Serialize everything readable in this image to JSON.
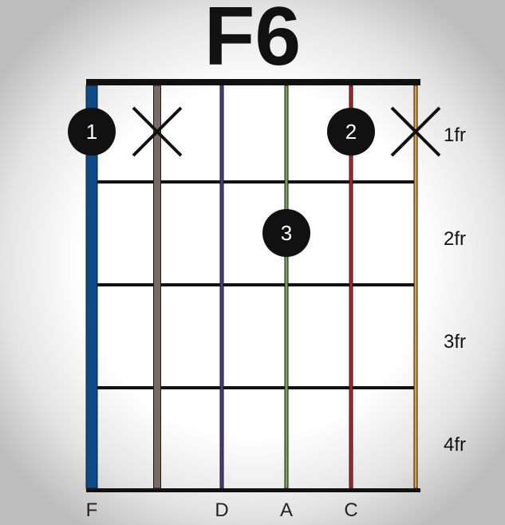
{
  "title": "F6",
  "fret_labels": [
    "1fr",
    "2fr",
    "3fr",
    "4fr"
  ],
  "note_labels": [
    "F",
    "",
    "D",
    "A",
    "C",
    ""
  ],
  "strings": [
    {
      "color": "#0d4a8a",
      "muted": false
    },
    {
      "color": "#7a6a66",
      "muted": true
    },
    {
      "color": "#4b3a8c",
      "muted": false
    },
    {
      "color": "#7aa05a",
      "muted": false
    },
    {
      "color": "#b8202a",
      "muted": false
    },
    {
      "color": "#e0a030",
      "muted": true
    }
  ],
  "fingers": [
    {
      "string": 1,
      "fret": 1,
      "label": "1"
    },
    {
      "string": 5,
      "fret": 1,
      "label": "2"
    },
    {
      "string": 4,
      "fret": 2,
      "label": "3"
    }
  ]
}
